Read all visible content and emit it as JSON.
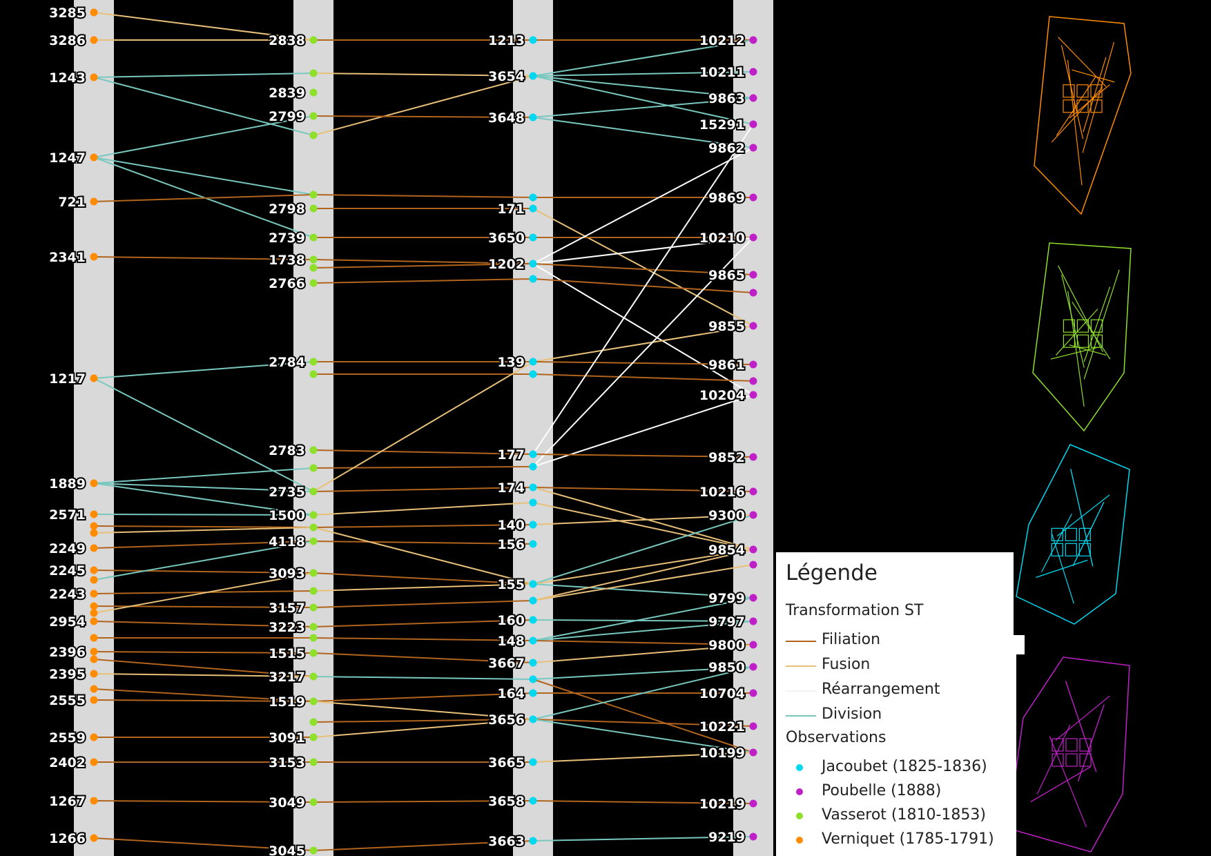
{
  "colors": {
    "background": "#000000",
    "column": "#d9d9d9",
    "verniquet": "#ff8c00",
    "vasserot": "#8fe02a",
    "jacoubet": "#00d8f0",
    "poubelle": "#c020c8",
    "filiation": "#b0641c",
    "fusion": "#e8c078",
    "rearrangement": "#ffffff",
    "division": "#78c8c0"
  },
  "columns": [
    {
      "id": "verniquet",
      "nodes": [
        {
          "id": "3285",
          "label": "3285"
        },
        {
          "id": "3286",
          "label": "3286"
        },
        {
          "id": "1243",
          "label": "1243"
        },
        {
          "id": "1247",
          "label": "1247"
        },
        {
          "id": "721",
          "label": "721"
        },
        {
          "id": "2341",
          "label": "2341"
        },
        {
          "id": "1217",
          "label": "1217"
        },
        {
          "id": "1889",
          "label": "1889"
        },
        {
          "id": "2571",
          "label": "2571"
        },
        {
          "id": "v1",
          "label": ""
        },
        {
          "id": "v2",
          "label": ""
        },
        {
          "id": "2249",
          "label": "2249"
        },
        {
          "id": "2245",
          "label": "2245"
        },
        {
          "id": "v3",
          "label": ""
        },
        {
          "id": "2243",
          "label": "2243"
        },
        {
          "id": "v4",
          "label": ""
        },
        {
          "id": "v5",
          "label": ""
        },
        {
          "id": "2954",
          "label": "2954"
        },
        {
          "id": "v6",
          "label": ""
        },
        {
          "id": "2396",
          "label": "2396"
        },
        {
          "id": "v7",
          "label": ""
        },
        {
          "id": "2395",
          "label": "2395"
        },
        {
          "id": "v8",
          "label": ""
        },
        {
          "id": "2555",
          "label": "2555"
        },
        {
          "id": "2559",
          "label": "2559"
        },
        {
          "id": "2402",
          "label": "2402"
        },
        {
          "id": "1267",
          "label": "1267"
        },
        {
          "id": "1266",
          "label": "1266"
        }
      ]
    },
    {
      "id": "vasserot",
      "nodes": [
        {
          "id": "2838",
          "label": "2838"
        },
        {
          "id": "w1",
          "label": ""
        },
        {
          "id": "2839",
          "label": "2839"
        },
        {
          "id": "2799",
          "label": "2799"
        },
        {
          "id": "w2",
          "label": ""
        },
        {
          "id": "w3",
          "label": ""
        },
        {
          "id": "2798",
          "label": "2798"
        },
        {
          "id": "2739",
          "label": "2739"
        },
        {
          "id": "1738",
          "label": "1738"
        },
        {
          "id": "w4",
          "label": ""
        },
        {
          "id": "2766",
          "label": "2766"
        },
        {
          "id": "2784",
          "label": "2784"
        },
        {
          "id": "w5",
          "label": ""
        },
        {
          "id": "2783",
          "label": "2783"
        },
        {
          "id": "w6",
          "label": ""
        },
        {
          "id": "2735",
          "label": "2735"
        },
        {
          "id": "1500",
          "label": "1500"
        },
        {
          "id": "w7",
          "label": ""
        },
        {
          "id": "4118",
          "label": "4118"
        },
        {
          "id": "3093",
          "label": "3093"
        },
        {
          "id": "w8",
          "label": ""
        },
        {
          "id": "3157",
          "label": "3157"
        },
        {
          "id": "3223",
          "label": "3223"
        },
        {
          "id": "w9",
          "label": ""
        },
        {
          "id": "1515",
          "label": "1515"
        },
        {
          "id": "3217",
          "label": "3217"
        },
        {
          "id": "1519",
          "label": "1519"
        },
        {
          "id": "w10",
          "label": ""
        },
        {
          "id": "3091",
          "label": "3091"
        },
        {
          "id": "3153",
          "label": "3153"
        },
        {
          "id": "3049",
          "label": "3049"
        },
        {
          "id": "3045",
          "label": "3045"
        }
      ]
    },
    {
      "id": "jacoubet",
      "nodes": [
        {
          "id": "1213",
          "label": "1213"
        },
        {
          "id": "3654",
          "label": "3654"
        },
        {
          "id": "3648",
          "label": "3648"
        },
        {
          "id": "j1",
          "label": ""
        },
        {
          "id": "171",
          "label": "171"
        },
        {
          "id": "3650",
          "label": "3650"
        },
        {
          "id": "1202",
          "label": "1202"
        },
        {
          "id": "j2",
          "label": ""
        },
        {
          "id": "139",
          "label": "139"
        },
        {
          "id": "j3",
          "label": ""
        },
        {
          "id": "177",
          "label": "177"
        },
        {
          "id": "j4",
          "label": ""
        },
        {
          "id": "174",
          "label": "174"
        },
        {
          "id": "j5",
          "label": ""
        },
        {
          "id": "140",
          "label": "140"
        },
        {
          "id": "156",
          "label": "156"
        },
        {
          "id": "155",
          "label": "155"
        },
        {
          "id": "j6",
          "label": ""
        },
        {
          "id": "160",
          "label": "160"
        },
        {
          "id": "148",
          "label": "148"
        },
        {
          "id": "3667",
          "label": "3667"
        },
        {
          "id": "j7",
          "label": ""
        },
        {
          "id": "164",
          "label": "164"
        },
        {
          "id": "3656",
          "label": "3656"
        },
        {
          "id": "3665",
          "label": "3665"
        },
        {
          "id": "3658",
          "label": "3658"
        },
        {
          "id": "3663",
          "label": "3663"
        }
      ]
    },
    {
      "id": "poubelle",
      "nodes": [
        {
          "id": "10212",
          "label": "10212"
        },
        {
          "id": "10211",
          "label": "10211"
        },
        {
          "id": "9863",
          "label": "9863"
        },
        {
          "id": "15291",
          "label": "15291"
        },
        {
          "id": "9862",
          "label": "9862"
        },
        {
          "id": "9869",
          "label": "9869"
        },
        {
          "id": "10210",
          "label": "10210"
        },
        {
          "id": "9865",
          "label": "9865"
        },
        {
          "id": "p1",
          "label": ""
        },
        {
          "id": "9855",
          "label": "9855"
        },
        {
          "id": "9861",
          "label": "9861"
        },
        {
          "id": "p2",
          "label": ""
        },
        {
          "id": "10204",
          "label": "10204"
        },
        {
          "id": "9852",
          "label": "9852"
        },
        {
          "id": "10216",
          "label": "10216"
        },
        {
          "id": "9300",
          "label": "9300"
        },
        {
          "id": "9854",
          "label": "9854"
        },
        {
          "id": "p3",
          "label": ""
        },
        {
          "id": "9799",
          "label": "9799"
        },
        {
          "id": "9797",
          "label": "9797"
        },
        {
          "id": "9800",
          "label": "9800"
        },
        {
          "id": "9850",
          "label": "9850"
        },
        {
          "id": "10704",
          "label": "10704"
        },
        {
          "id": "10221",
          "label": "10221"
        },
        {
          "id": "10199",
          "label": "10199"
        },
        {
          "id": "10219",
          "label": "10219"
        },
        {
          "id": "9219",
          "label": "9219"
        }
      ]
    }
  ],
  "links": [
    {
      "from": "3285",
      "to": "2838",
      "type": "fusion"
    },
    {
      "from": "3286",
      "to": "2838",
      "type": "fusion"
    },
    {
      "from": "1243",
      "to": "w1",
      "type": "division"
    },
    {
      "from": "1243",
      "to": "w2",
      "type": "division"
    },
    {
      "from": "1247",
      "to": "2799",
      "type": "division"
    },
    {
      "from": "1247",
      "to": "w3",
      "type": "division"
    },
    {
      "from": "1247",
      "to": "2739",
      "type": "division"
    },
    {
      "from": "721",
      "to": "w3",
      "type": "filiation"
    },
    {
      "from": "2341",
      "to": "1738",
      "type": "filiation"
    },
    {
      "from": "1217",
      "to": "2784",
      "type": "division"
    },
    {
      "from": "1217",
      "to": "2735",
      "type": "division"
    },
    {
      "from": "1889",
      "to": "w6",
      "type": "division"
    },
    {
      "from": "1889",
      "to": "2735",
      "type": "division"
    },
    {
      "from": "1889",
      "to": "1500",
      "type": "division"
    },
    {
      "from": "2571",
      "to": "1500",
      "type": "division"
    },
    {
      "from": "v1",
      "to": "w7",
      "type": "filiation"
    },
    {
      "from": "v2",
      "to": "w7",
      "type": "fusion"
    },
    {
      "from": "2249",
      "to": "4118",
      "type": "filiation"
    },
    {
      "from": "2245",
      "to": "3093",
      "type": "filiation"
    },
    {
      "from": "v3",
      "to": "4118",
      "type": "division"
    },
    {
      "from": "2243",
      "to": "w8",
      "type": "filiation"
    },
    {
      "from": "v4",
      "to": "3157",
      "type": "filiation"
    },
    {
      "from": "v5",
      "to": "3093",
      "type": "fusion"
    },
    {
      "from": "2954",
      "to": "3223",
      "type": "filiation"
    },
    {
      "from": "v6",
      "to": "w9",
      "type": "filiation"
    },
    {
      "from": "2396",
      "to": "1515",
      "type": "filiation"
    },
    {
      "from": "v7",
      "to": "3217",
      "type": "filiation"
    },
    {
      "from": "2395",
      "to": "3217",
      "type": "fusion"
    },
    {
      "from": "v8",
      "to": "1519",
      "type": "filiation"
    },
    {
      "from": "2555",
      "to": "1519",
      "type": "filiation"
    },
    {
      "from": "2559",
      "to": "3091",
      "type": "filiation"
    },
    {
      "from": "2402",
      "to": "3153",
      "type": "filiation"
    },
    {
      "from": "1267",
      "to": "3049",
      "type": "filiation"
    },
    {
      "from": "1266",
      "to": "3045",
      "type": "filiation"
    },
    {
      "from": "2838",
      "to": "1213",
      "type": "filiation"
    },
    {
      "from": "w1",
      "to": "3654",
      "type": "fusion"
    },
    {
      "from": "w2",
      "to": "3654",
      "type": "fusion"
    },
    {
      "from": "2799",
      "to": "3648",
      "type": "filiation"
    },
    {
      "from": "w3",
      "to": "j1",
      "type": "filiation"
    },
    {
      "from": "2798",
      "to": "171",
      "type": "filiation"
    },
    {
      "from": "2739",
      "to": "3650",
      "type": "filiation"
    },
    {
      "from": "1738",
      "to": "1202",
      "type": "filiation"
    },
    {
      "from": "w4",
      "to": "1202",
      "type": "filiation"
    },
    {
      "from": "2766",
      "to": "j2",
      "type": "filiation"
    },
    {
      "from": "2784",
      "to": "139",
      "type": "filiation"
    },
    {
      "from": "w5",
      "to": "j3",
      "type": "filiation"
    },
    {
      "from": "2783",
      "to": "177",
      "type": "filiation"
    },
    {
      "from": "w6",
      "to": "j4",
      "type": "filiation"
    },
    {
      "from": "2735",
      "to": "139",
      "type": "fusion"
    },
    {
      "from": "2735",
      "to": "174",
      "type": "filiation"
    },
    {
      "from": "1500",
      "to": "j5",
      "type": "fusion"
    },
    {
      "from": "w7",
      "to": "140",
      "type": "filiation"
    },
    {
      "from": "4118",
      "to": "156",
      "type": "filiation"
    },
    {
      "from": "3093",
      "to": "155",
      "type": "filiation"
    },
    {
      "from": "w8",
      "to": "155",
      "type": "fusion"
    },
    {
      "from": "w7",
      "to": "155",
      "type": "fusion"
    },
    {
      "from": "3157",
      "to": "j6",
      "type": "filiation"
    },
    {
      "from": "3223",
      "to": "160",
      "type": "filiation"
    },
    {
      "from": "w9",
      "to": "148",
      "type": "filiation"
    },
    {
      "from": "1515",
      "to": "3667",
      "type": "filiation"
    },
    {
      "from": "3217",
      "to": "j7",
      "type": "division"
    },
    {
      "from": "1519",
      "to": "164",
      "type": "filiation"
    },
    {
      "from": "1519",
      "to": "3656",
      "type": "fusion"
    },
    {
      "from": "w10",
      "to": "3656",
      "type": "filiation"
    },
    {
      "from": "3091",
      "to": "3656",
      "type": "fusion"
    },
    {
      "from": "3153",
      "to": "3665",
      "type": "filiation"
    },
    {
      "from": "3049",
      "to": "3658",
      "type": "filiation"
    },
    {
      "from": "3045",
      "to": "3663",
      "type": "filiation"
    },
    {
      "from": "1213",
      "to": "10212",
      "type": "filiation"
    },
    {
      "from": "3654",
      "to": "10212",
      "type": "division"
    },
    {
      "from": "3654",
      "to": "10211",
      "type": "division"
    },
    {
      "from": "3654",
      "to": "9863",
      "type": "division"
    },
    {
      "from": "3654",
      "to": "15291",
      "type": "division"
    },
    {
      "from": "3648",
      "to": "9863",
      "type": "division"
    },
    {
      "from": "3648",
      "to": "9862",
      "type": "division"
    },
    {
      "from": "j1",
      "to": "9869",
      "type": "filiation"
    },
    {
      "from": "171",
      "to": "9855",
      "type": "fusion"
    },
    {
      "from": "3650",
      "to": "10210",
      "type": "filiation"
    },
    {
      "from": "1202",
      "to": "9862",
      "type": "rearrangement"
    },
    {
      "from": "1202",
      "to": "10210",
      "type": "rearrangement"
    },
    {
      "from": "1202",
      "to": "10204",
      "type": "rearrangement"
    },
    {
      "from": "1202",
      "to": "9865",
      "type": "filiation"
    },
    {
      "from": "j2",
      "to": "p1",
      "type": "filiation"
    },
    {
      "from": "139",
      "to": "9855",
      "type": "fusion"
    },
    {
      "from": "139",
      "to": "9861",
      "type": "filiation"
    },
    {
      "from": "j3",
      "to": "p2",
      "type": "filiation"
    },
    {
      "from": "177",
      "to": "15291",
      "type": "rearrangement"
    },
    {
      "from": "j4",
      "to": "10210",
      "type": "rearrangement"
    },
    {
      "from": "j4",
      "to": "10204",
      "type": "rearrangement"
    },
    {
      "from": "177",
      "to": "9852",
      "type": "filiation"
    },
    {
      "from": "174",
      "to": "10216",
      "type": "filiation"
    },
    {
      "from": "174",
      "to": "9854",
      "type": "fusion"
    },
    {
      "from": "j5",
      "to": "9854",
      "type": "fusion"
    },
    {
      "from": "140",
      "to": "9300",
      "type": "fusion"
    },
    {
      "from": "155",
      "to": "9300",
      "type": "division"
    },
    {
      "from": "155",
      "to": "9854",
      "type": "fusion"
    },
    {
      "from": "155",
      "to": "9799",
      "type": "division"
    },
    {
      "from": "j6",
      "to": "9854",
      "type": "fusion"
    },
    {
      "from": "j6",
      "to": "p3",
      "type": "fusion"
    },
    {
      "from": "160",
      "to": "9797",
      "type": "division"
    },
    {
      "from": "148",
      "to": "9799",
      "type": "division"
    },
    {
      "from": "148",
      "to": "9797",
      "type": "division"
    },
    {
      "from": "148",
      "to": "9800",
      "type": "filiation"
    },
    {
      "from": "3667",
      "to": "9800",
      "type": "fusion"
    },
    {
      "from": "j7",
      "to": "9850",
      "type": "division"
    },
    {
      "from": "j7",
      "to": "10199",
      "type": "filiation"
    },
    {
      "from": "164",
      "to": "10704",
      "type": "filiation"
    },
    {
      "from": "3656",
      "to": "10221",
      "type": "filiation"
    },
    {
      "from": "3656",
      "to": "9850",
      "type": "division"
    },
    {
      "from": "3656",
      "to": "10199",
      "type": "division"
    },
    {
      "from": "3665",
      "to": "10199",
      "type": "fusion"
    },
    {
      "from": "3658",
      "to": "10219",
      "type": "filiation"
    },
    {
      "from": "3663",
      "to": "9219",
      "type": "division"
    }
  ],
  "legend": {
    "title": "Légende",
    "transformation_title": "Transformation ST",
    "transformations": [
      {
        "key": "filiation",
        "label": "Filiation"
      },
      {
        "key": "fusion",
        "label": "Fusion"
      },
      {
        "key": "rearrangement",
        "label": "Réarrangement"
      },
      {
        "key": "division",
        "label": "Division"
      }
    ],
    "observations_title": "Observations",
    "observations": [
      {
        "key": "jacoubet",
        "label": "Jacoubet (1825-1836)"
      },
      {
        "key": "poubelle",
        "label": "Poubelle (1888)"
      },
      {
        "key": "vasserot",
        "label": "Vasserot (1810-1853)"
      },
      {
        "key": "verniquet",
        "label": "Verniquet (1785-1791)"
      }
    ]
  },
  "maps": [
    {
      "name": "verniquet-map",
      "color_key": "verniquet"
    },
    {
      "name": "vasserot-map",
      "color_key": "vasserot"
    },
    {
      "name": "jacoubet-map",
      "color_key": "jacoubet"
    },
    {
      "name": "poubelle-map",
      "color_key": "poubelle"
    }
  ]
}
